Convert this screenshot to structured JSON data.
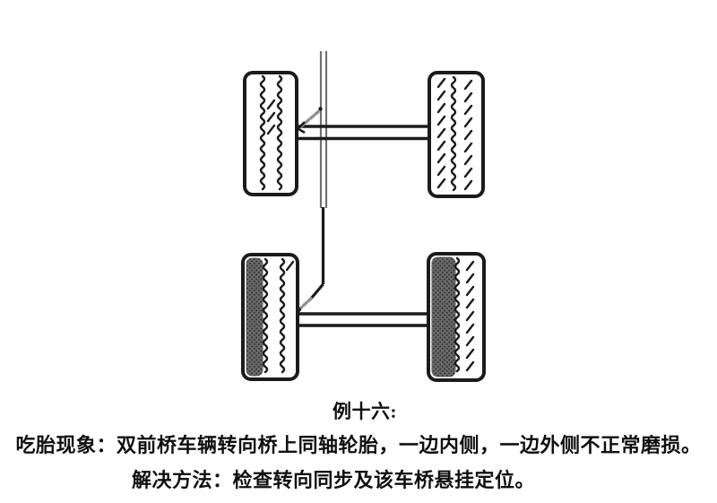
{
  "page": {
    "background": "#ffffff",
    "text_color": "#101010"
  },
  "figure": {
    "caption": "例十六:",
    "phenomenon": "吃胎现象：双前桥车辆转向桥上同轴轮胎，一边内侧，一边外侧不正常磨损。",
    "solution": "解决方法：检查转向同步及该车桥悬挂定位。"
  },
  "diagram": {
    "type": "dual-front-steering-axle-tire-wear-schematic",
    "colors": {
      "line": "#1b1b1b",
      "shade": "#6a6a6a",
      "shaft": "#707070",
      "link": "#8f8f8f"
    }
  }
}
